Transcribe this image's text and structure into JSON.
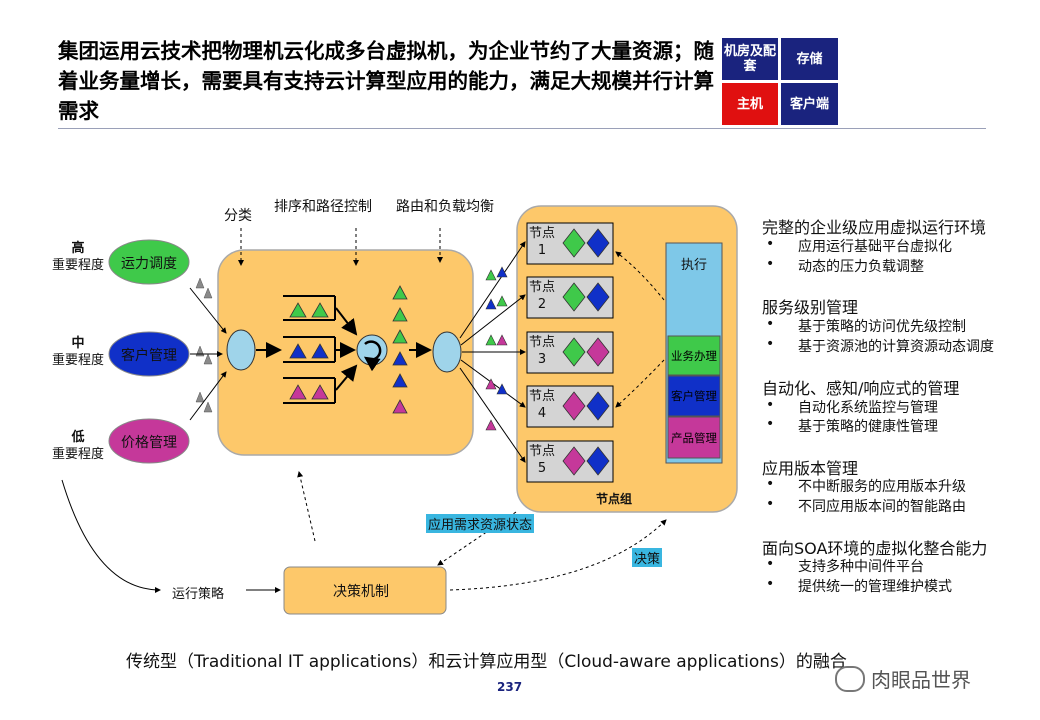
{
  "title": "集团运用云技术把物理机云化成多台虚拟机，为企业节约了大量资源；随着业务量增长，需要具有支持云计算型应用的能力，满足大规模并行计算需求",
  "tags": [
    {
      "label": "机房及配套",
      "color": "#1a237e"
    },
    {
      "label": "存储",
      "color": "#1a237e"
    },
    {
      "label": "主机",
      "color": "#e01010"
    },
    {
      "label": "客户端",
      "color": "#1a237e"
    }
  ],
  "diagram": {
    "top_labels": {
      "classify": "分类",
      "sort": "排序和路径控制",
      "route": "路由和负载均衡"
    },
    "priorities": [
      {
        "level": "高",
        "text": "重要程度",
        "app": "运力调度",
        "color": "#3fc94a"
      },
      {
        "level": "中",
        "text": "重要程度",
        "app": "客户管理",
        "color": "#1030c8"
      },
      {
        "level": "低",
        "text": "重要程度",
        "app": "价格管理",
        "color": "#c5389a"
      }
    ],
    "nodes": [
      "节点\n1",
      "节点\n2",
      "节点\n3",
      "节点\n4",
      "节点\n5"
    ],
    "node_group": "节点组",
    "execute": "执行",
    "services": [
      "业务办理",
      "客户管理",
      "产品管理"
    ],
    "resource_state": "应用需求资源状态",
    "decision_label": "决策",
    "decision_mechanism": "决策机制",
    "run_strategy": "运行策略"
  },
  "right_panel": [
    {
      "heading": "完整的企业级应用虚拟运行环境",
      "items": [
        "应用运行基础平台虚拟化",
        "动态的压力负载调整"
      ]
    },
    {
      "heading": "服务级别管理",
      "items": [
        "基于策略的访问优先级控制",
        "基于资源池的计算资源动态调度"
      ]
    },
    {
      "heading": "自动化、感知/响应式的管理",
      "items": [
        "自动化系统监控与管理",
        "基于策略的健康性管理"
      ]
    },
    {
      "heading": "应用版本管理",
      "items": [
        "不中断服务的应用版本升级",
        "不同应用版本间的智能路由"
      ]
    },
    {
      "heading": "面向SOA环境的虚拟化整合能力",
      "items": [
        "支持多种中间件平台",
        "提供统一的管理维护模式"
      ]
    }
  ],
  "caption": "传统型（Traditional IT applications）和云计算应用型（Cloud-aware applications）的融合",
  "page_number": "237",
  "watermark": "肉眼品世界"
}
